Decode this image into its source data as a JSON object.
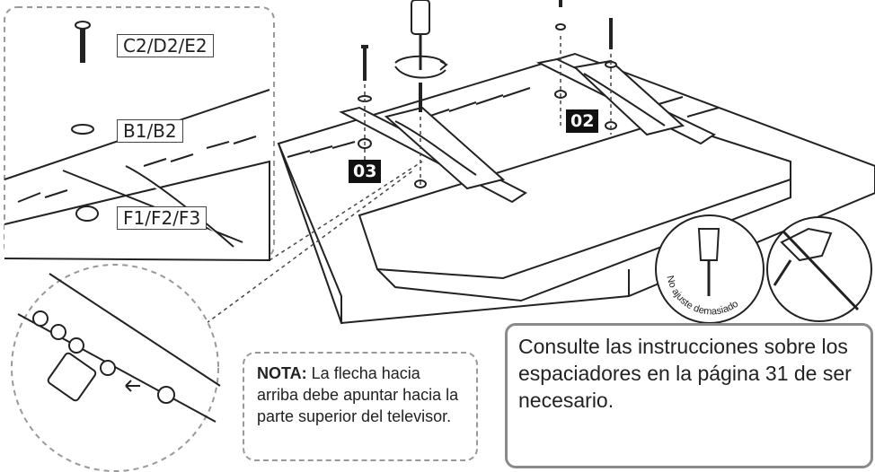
{
  "part_labels": {
    "screw": "C2/D2/E2",
    "washer": "B1/B2",
    "spacer": "F1/F2/F3"
  },
  "step_badges": {
    "left_bracket": "03",
    "right_bracket": "02"
  },
  "warning_circle": {
    "text": "No ajuste demasiado"
  },
  "note": {
    "prefix": "NOTA:",
    "text": "La flecha hacia arriba debe apuntar hacia la parte superior del televisor."
  },
  "consult_box": {
    "text": "Consulte las instrucciones sobre los espaciadores en la página 31 de ser necesario."
  },
  "colors": {
    "line": "#222222",
    "badge_bg": "#111111",
    "box_border": "#8a8a8a",
    "dash_border": "#999999"
  }
}
